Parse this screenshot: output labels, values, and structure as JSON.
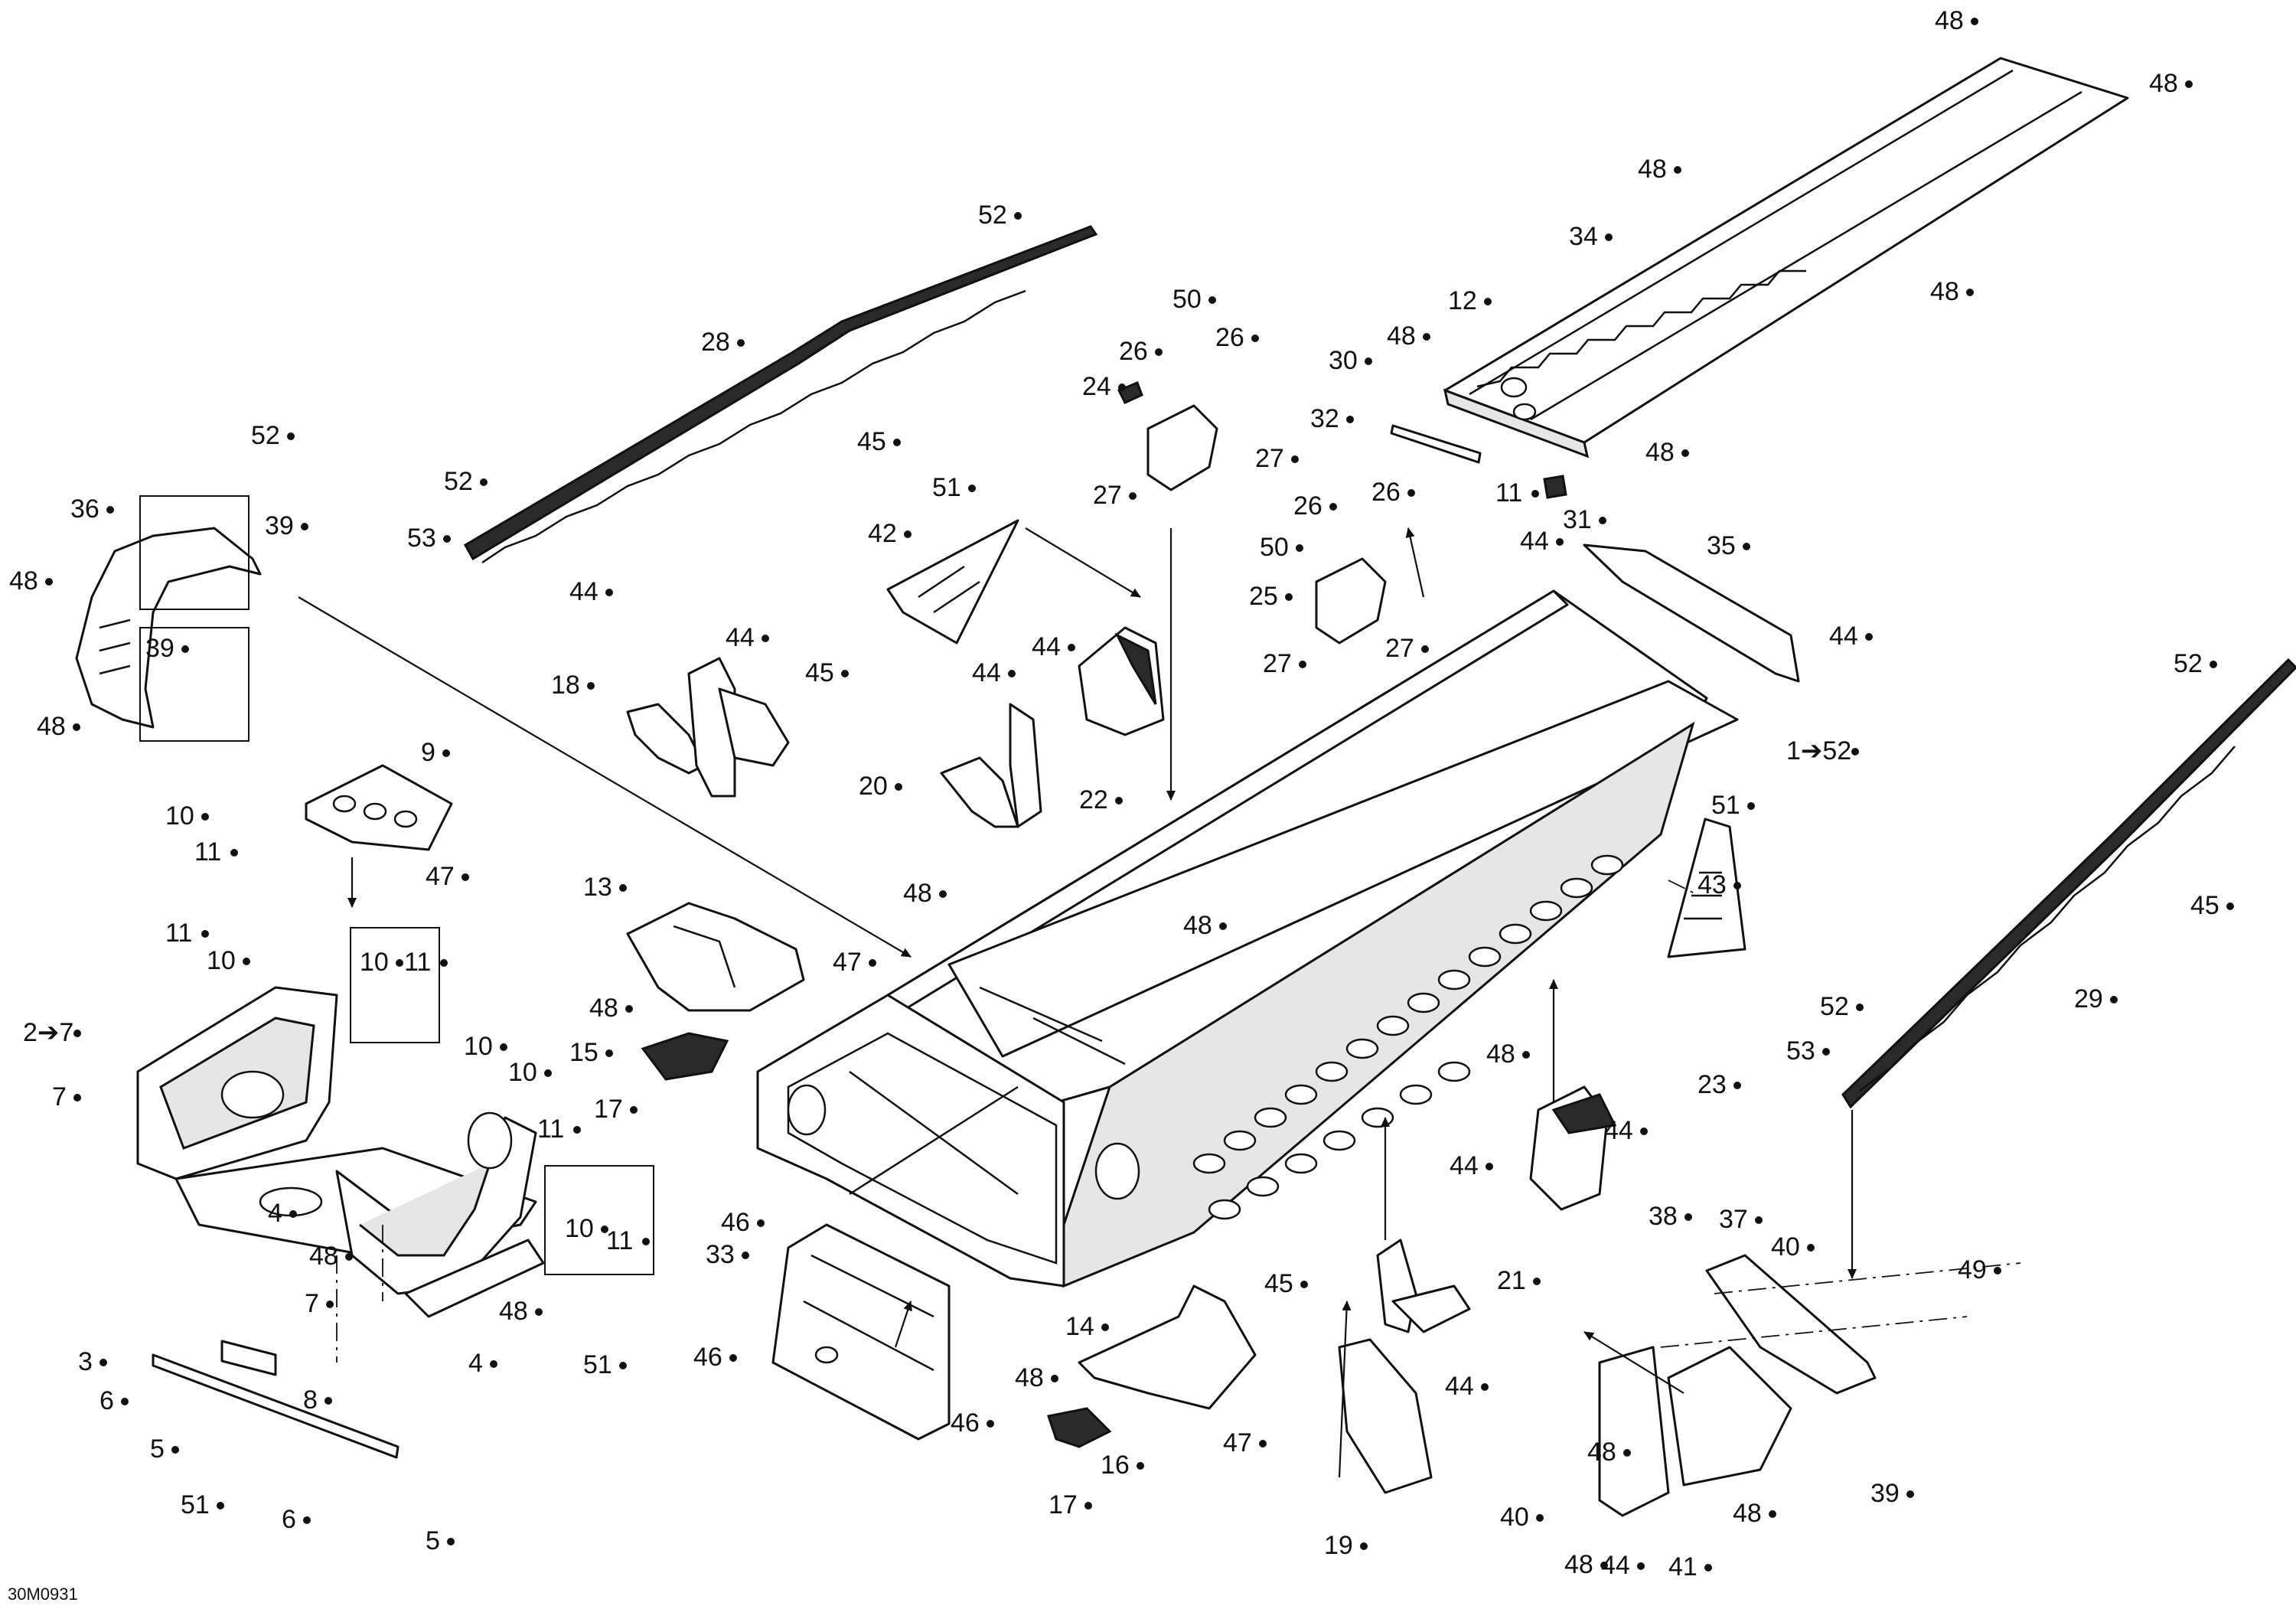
{
  "figure_code": "30M0931",
  "callouts": [
    {
      "label": "48"
    },
    {
      "label": "48"
    },
    {
      "label": "48"
    },
    {
      "label": "34"
    },
    {
      "label": "48"
    },
    {
      "label": "12"
    },
    {
      "label": "48"
    },
    {
      "label": "30"
    },
    {
      "label": "32"
    },
    {
      "label": "48"
    },
    {
      "label": "11"
    },
    {
      "label": "31"
    },
    {
      "label": "52"
    },
    {
      "label": "28"
    },
    {
      "label": "45"
    },
    {
      "label": "50"
    },
    {
      "label": "26"
    },
    {
      "label": "26"
    },
    {
      "label": "24"
    },
    {
      "label": "27"
    },
    {
      "label": "27"
    },
    {
      "label": "52"
    },
    {
      "label": "53"
    },
    {
      "label": "52"
    },
    {
      "label": "36"
    },
    {
      "label": "39"
    },
    {
      "label": "48"
    },
    {
      "label": "39"
    },
    {
      "label": "48"
    },
    {
      "label": "51"
    },
    {
      "label": "42"
    },
    {
      "label": "26"
    },
    {
      "label": "26"
    },
    {
      "label": "50"
    },
    {
      "label": "25"
    },
    {
      "label": "27"
    },
    {
      "label": "27"
    },
    {
      "label": "44"
    },
    {
      "label": "35"
    },
    {
      "label": "44"
    },
    {
      "label": "44"
    },
    {
      "label": "44"
    },
    {
      "label": "18"
    },
    {
      "label": "45"
    },
    {
      "label": "44"
    },
    {
      "label": "44"
    },
    {
      "label": "20"
    },
    {
      "label": "22"
    },
    {
      "label": "52"
    },
    {
      "label": "1➔52"
    },
    {
      "label": "9"
    },
    {
      "label": "10"
    },
    {
      "label": "11"
    },
    {
      "label": "47"
    },
    {
      "label": "51"
    },
    {
      "label": "11"
    },
    {
      "label": "10"
    },
    {
      "label": "13"
    },
    {
      "label": "48"
    },
    {
      "label": "43"
    },
    {
      "label": "48"
    },
    {
      "label": "47"
    },
    {
      "label": "45"
    },
    {
      "label": "2➔7"
    },
    {
      "label": "10"
    },
    {
      "label": "11"
    },
    {
      "label": "48"
    },
    {
      "label": "15"
    },
    {
      "label": "29"
    },
    {
      "label": "7"
    },
    {
      "label": "10"
    },
    {
      "label": "10"
    },
    {
      "label": "52"
    },
    {
      "label": "11"
    },
    {
      "label": "17"
    },
    {
      "label": "53"
    },
    {
      "label": "48"
    },
    {
      "label": "23"
    },
    {
      "label": "44"
    },
    {
      "label": "44"
    },
    {
      "label": "46"
    },
    {
      "label": "4"
    },
    {
      "label": "48"
    },
    {
      "label": "10"
    },
    {
      "label": "11"
    },
    {
      "label": "33"
    },
    {
      "label": "7"
    },
    {
      "label": "48"
    },
    {
      "label": "38"
    },
    {
      "label": "37"
    },
    {
      "label": "40"
    },
    {
      "label": "4"
    },
    {
      "label": "51"
    },
    {
      "label": "14"
    },
    {
      "label": "45"
    },
    {
      "label": "44"
    },
    {
      "label": "21"
    },
    {
      "label": "49"
    },
    {
      "label": "3"
    },
    {
      "label": "8"
    },
    {
      "label": "46"
    },
    {
      "label": "48"
    },
    {
      "label": "46"
    },
    {
      "label": "6"
    },
    {
      "label": "47"
    },
    {
      "label": "44"
    },
    {
      "label": "48"
    },
    {
      "label": "5"
    },
    {
      "label": "16"
    },
    {
      "label": "39"
    },
    {
      "label": "51"
    },
    {
      "label": "17"
    },
    {
      "label": "40"
    },
    {
      "label": "48"
    },
    {
      "label": "6"
    },
    {
      "label": "19"
    },
    {
      "label": "5"
    },
    {
      "label": "48"
    },
    {
      "label": "41"
    }
  ]
}
